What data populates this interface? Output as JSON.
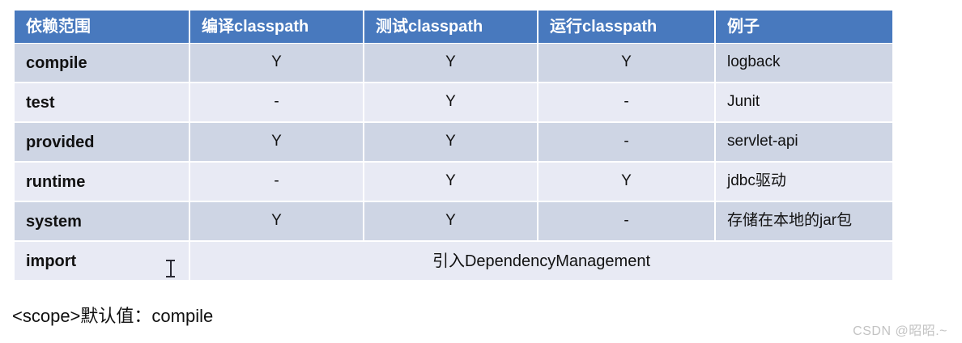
{
  "table": {
    "headers": [
      {
        "label": "依赖范围",
        "name": "header-scope"
      },
      {
        "label": "编译classpath",
        "name": "header-compile-classpath"
      },
      {
        "label": "测试classpath",
        "name": "header-test-classpath"
      },
      {
        "label": "运行classpath",
        "name": "header-runtime-classpath"
      },
      {
        "label": "例子",
        "name": "header-example"
      }
    ],
    "rows": [
      {
        "scope": "compile",
        "compile": "Y",
        "test": "Y",
        "runtime": "Y",
        "example": "logback"
      },
      {
        "scope": "test",
        "compile": "-",
        "test": "Y",
        "runtime": "-",
        "example": "Junit"
      },
      {
        "scope": "provided",
        "compile": "Y",
        "test": "Y",
        "runtime": "-",
        "example": "servlet-api"
      },
      {
        "scope": "runtime",
        "compile": "-",
        "test": "Y",
        "runtime": "Y",
        "example": "jdbc驱动"
      },
      {
        "scope": "system",
        "compile": "Y",
        "test": "Y",
        "runtime": "-",
        "example": "存储在本地的jar包"
      }
    ],
    "merged_row": {
      "scope": "import",
      "merged_text": "引入DependencyManagement"
    },
    "colors": {
      "header_background": "#4879be",
      "header_text": "#ffffff",
      "row_dark": "#ced5e4",
      "row_light": "#e8eaf4",
      "grid_line": "#ffffff",
      "body_text": "#111111"
    }
  },
  "note": {
    "text": "<scope>默认值：compile"
  },
  "watermark": {
    "text": "CSDN @昭昭.~",
    "color": "#c3c3c3"
  },
  "cursor": {
    "icon": "text-caret-icon"
  }
}
